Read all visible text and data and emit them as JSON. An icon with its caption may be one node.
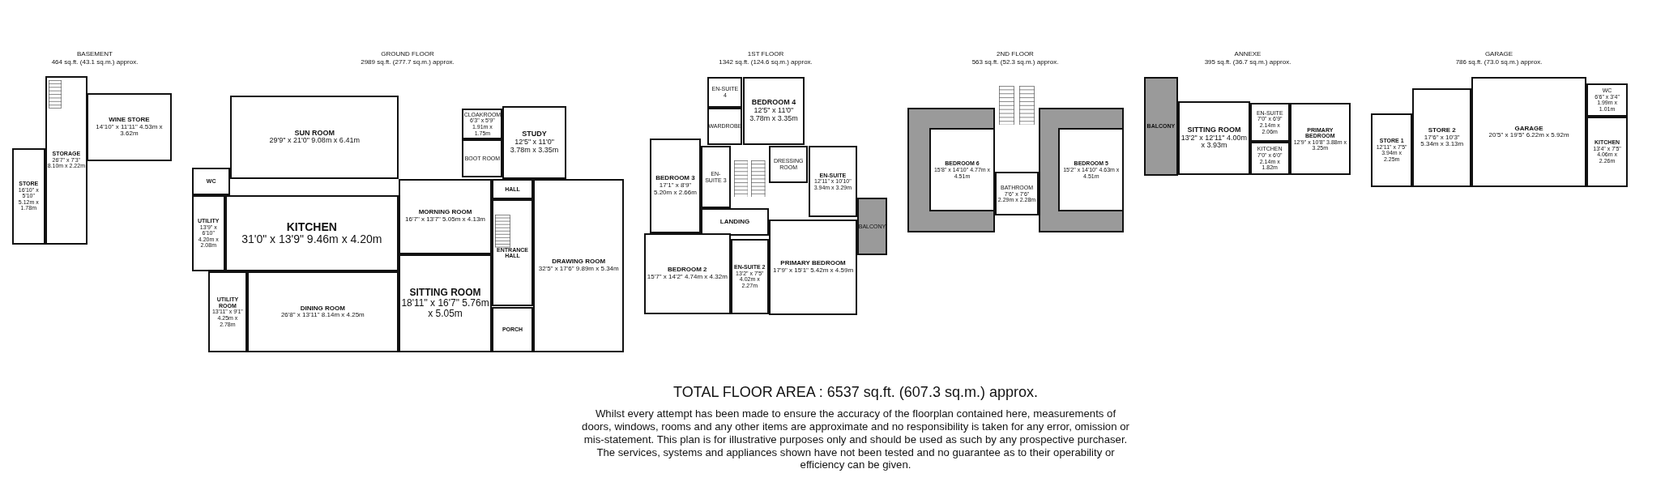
{
  "diagram": {
    "title": "TOTAL FLOOR AREA : 6537 sq.ft. (607.3 sq.m.) approx.",
    "caption": "Whilst every attempt has been made to ensure the accuracy of the floorplan contained here, measurements of doors, windows, rooms and any other items are approximate and no responsibility is taken for any error, omission or mis-statement. This plan is for illustrative purposes only and should be used as such by any prospective purchaser. The services, systems and appliances shown have not been tested and no guarantee as to their operability or efficiency can be given.",
    "nodes": [
      {
        "text": [
          "WINE STORE",
          "14'10\" x 11'11\" 4.53m x 3.62m"
        ]
      },
      {
        "text": [
          "STORAGE",
          "26'7\" x 7'3\" 8.10m x 2.22m"
        ]
      },
      {
        "text": [
          "STORE",
          "16'10\" x 5'10\" 5.12m x 1.78m"
        ]
      },
      {
        "text": [
          "SUN ROOM",
          "29'9\" x 21'0\" 9.08m x 6.41m"
        ]
      },
      {
        "text": [
          "CLOAKROOM",
          "6'3\" x 5'9\" 1.91m x 1.75m"
        ]
      },
      {
        "text": [
          "STUDY",
          "12'5\" x 11'0\" 3.78m x 3.35m"
        ]
      },
      {
        "text": [
          "BOOT ROOM"
        ]
      },
      {
        "text": [
          "WC"
        ]
      },
      {
        "text": [
          "HALL"
        ]
      },
      {
        "text": [
          "UTILITY",
          "13'9\" x 6'10\" 4.20m x 2.08m"
        ]
      },
      {
        "text": [
          "KITCHEN",
          "31'0\" x 13'9\" 9.46m x 4.20m"
        ]
      },
      {
        "text": [
          "MORNING ROOM",
          "16'7\" x 13'7\" 5.05m x 4.13m"
        ]
      },
      {
        "text": [
          "ENTRANCE HALL"
        ]
      },
      {
        "text": [
          "DRAWING ROOM",
          "32'5\" x 17'6\" 9.89m x 5.34m"
        ]
      },
      {
        "text": [
          "UTILITY ROOM",
          "13'11\" x 9'1\" 4.25m x 2.78m"
        ]
      },
      {
        "text": [
          "DINING ROOM",
          "26'8\" x 13'11\" 8.14m x 4.25m"
        ]
      },
      {
        "text": [
          "SITTING ROOM",
          "18'11\" x 16'7\" 5.76m x 5.05m"
        ]
      },
      {
        "text": [
          "PORCH"
        ]
      },
      {
        "text": [
          "EN-SUITE 4"
        ]
      },
      {
        "text": [
          "BEDROOM 4",
          "12'5\" x 11'0\" 3.78m x 3.35m"
        ]
      },
      {
        "text": [
          "WARDROBE"
        ]
      },
      {
        "text": [
          "BEDROOM 3",
          "17'1\" x 8'9\" 5.20m x 2.66m"
        ]
      },
      {
        "text": [
          "EN-SUITE 3"
        ]
      },
      {
        "text": [
          "DRESSING ROOM"
        ]
      },
      {
        "text": [
          "EN-SUITE",
          "12'11\" x 10'10\" 3.94m x 3.29m"
        ]
      },
      {
        "text": [
          "LANDING"
        ]
      },
      {
        "text": [
          "BALCONY"
        ]
      },
      {
        "text": [
          "BEDROOM 2",
          "15'7\" x 14'2\" 4.74m x 4.32m"
        ]
      },
      {
        "text": [
          "EN-SUITE 2",
          "13'2\" x 7'5\" 4.02m x 2.27m"
        ]
      },
      {
        "text": [
          "PRIMARY BEDROOM",
          "17'9\" x 15'1\" 5.42m x 4.59m"
        ]
      },
      {
        "text": [
          "BEDROOM 6",
          "15'8\" x 14'10\" 4.77m x 4.51m"
        ]
      },
      {
        "text": [
          "BEDROOM 5",
          "15'2\" x 14'10\" 4.63m x 4.51m"
        ]
      },
      {
        "text": [
          "BATHROOM",
          "7'6\" x 7'6\" 2.29m x 2.28m"
        ]
      },
      {
        "text": [
          "BALCONY"
        ]
      },
      {
        "text": [
          "SITTING ROOM",
          "13'2\" x 12'11\" 4.00m x 3.93m"
        ]
      },
      {
        "text": [
          "EN-SUITE",
          "7'0\" x 6'9\" 2.14m x 2.06m"
        ]
      },
      {
        "text": [
          "PRIMARY BEDROOM",
          "12'9\" x 10'8\" 3.88m x 3.25m"
        ]
      },
      {
        "text": [
          "KITCHEN",
          "7'0\" x 6'0\" 2.14m x 1.82m"
        ]
      },
      {
        "text": [
          "STORE 1",
          "12'11\" x 7'5\" 3.94m x 2.25m"
        ]
      },
      {
        "text": [
          "STORE 2",
          "17'6\" x 10'3\" 5.34m x 3.13m"
        ]
      },
      {
        "text": [
          "GARAGE",
          "20'5\" x 19'5\" 6.22m x 5.92m"
        ]
      },
      {
        "text": [
          "WC",
          "6'6\" x 3'4\" 1.99m x 1.01m"
        ]
      },
      {
        "text": [
          "KITCHEN",
          "13'4\" x 7'5\" 4.06m x 2.26m"
        ]
      }
    ],
    "edges": [],
    "labels": [
      "BASEMENT",
      "464 sq.ft. (43.1 sq.m.) approx.",
      "GROUND FLOOR",
      "2989 sq.ft. (277.7 sq.m.) approx.",
      "1ST FLOOR",
      "1342 sq.ft. (124.6 sq.m.) approx.",
      "2ND FLOOR",
      "563 sq.ft. (52.3 sq.m.) approx.",
      "ANNEXE",
      "395 sq.ft. (36.7 sq.m.) approx.",
      "GARAGE",
      "786 sq.ft. (73.0 sq.m.) approx."
    ]
  }
}
